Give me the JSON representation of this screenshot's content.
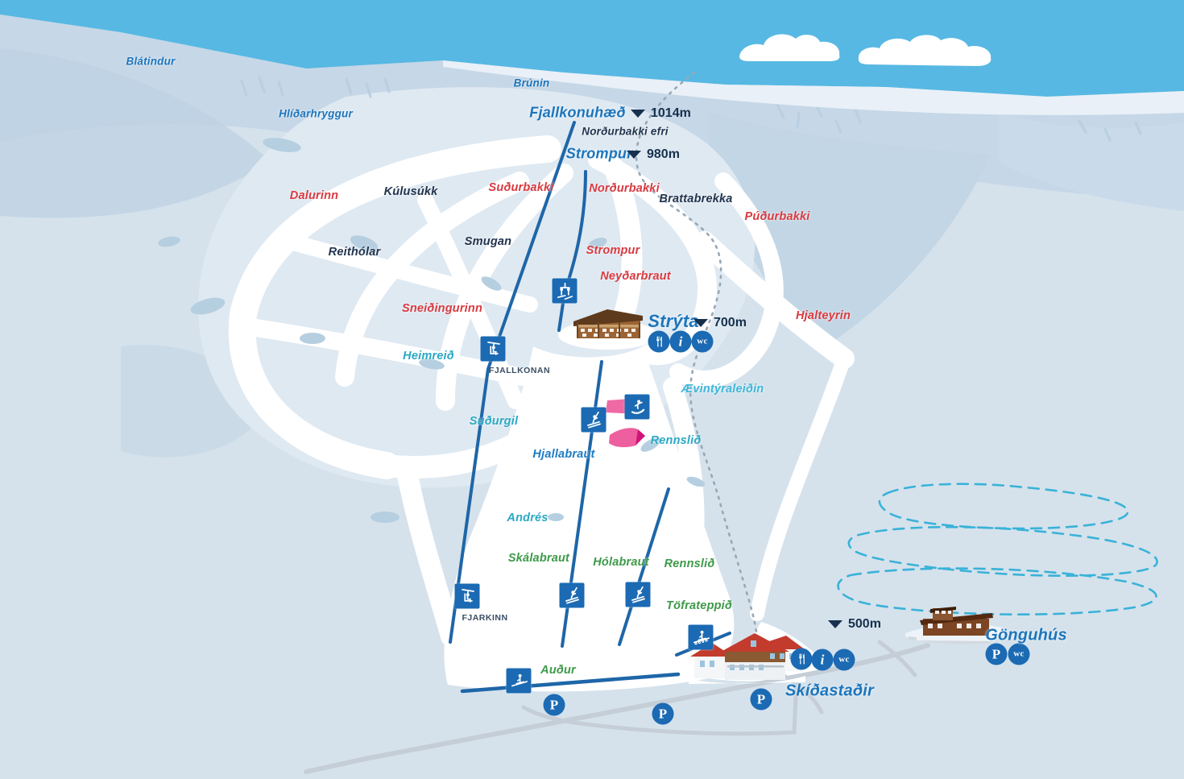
{
  "places": {
    "blatindur": "Blátindur",
    "hlidarhryggur": "Hlíðarhryggur",
    "brunin": "Brúnin",
    "fjallkonuhaed": "Fjallkonuhæð",
    "nordurbakki_efri": "Norðurbakki efri",
    "strompur_peak": "Strompur",
    "dalurinn": "Dalurinn",
    "kulusukk": "Kúlusúkk",
    "sudurbakki": "Suðurbakki",
    "nordurbakki": "Norðurbakki",
    "brattabrekka": "Brattabrekka",
    "pudurbakki": "Púðurbakki",
    "reitholar": "Reithólar",
    "smugan": "Smugan",
    "strompur_trail": "Strompur",
    "neydarbraut": "Neyðarbraut",
    "sneidingurinn": "Sneiðingurinn",
    "hjalteyrin": "Hjalteyrin",
    "stryta": "Strýta",
    "heimreid": "Heimreið",
    "aevintyraleidin": "Ævintýraleiðin",
    "sudurgil": "Suðurgil",
    "rennslid_upper": "Rennslið",
    "hjallabraut": "Hjallabraut",
    "andres": "Andrés",
    "skalabraut": "Skálabraut",
    "holabraut": "Hólabraut",
    "rennslid_lower": "Rennslið",
    "tofrateppid": "Töfrateppið",
    "audur": "Auður",
    "skidastadir": "Skíðastaðir",
    "gonguhus": "Gönguhús"
  },
  "lift_stations": {
    "fjallkonan": "FJALLKONAN",
    "fjarkinn": "FJARKINN"
  },
  "elevations": {
    "fjallkonuhaed": "1014m",
    "strompur": "980m",
    "stryta": "700m",
    "base": "500m"
  },
  "icon_labels": {
    "parking": "P",
    "wc": "wc",
    "info": "i"
  },
  "colors": {
    "sky": "#57b8e3",
    "snow_base": "#d5e2ec",
    "piste_white": "#ffffff",
    "lift_icon_blue": "#1b6ab3",
    "lift_line_blue": "#1e66a8",
    "peak_label_blue": "#1b75bc",
    "trail_red": "#d93a40",
    "trail_teal": "#2ba8c4",
    "trail_cyan": "#3eb6da",
    "trail_green": "#3d9a48",
    "trail_blue": "#1d7cc4",
    "dark_text": "#16304d",
    "xc_trail_dash_cyan": "#3ab2d8",
    "park_feature_pink": "#ee5f9f",
    "boundary_dot_gray": "#98a8b6",
    "road_gray": "#c5ced7"
  }
}
